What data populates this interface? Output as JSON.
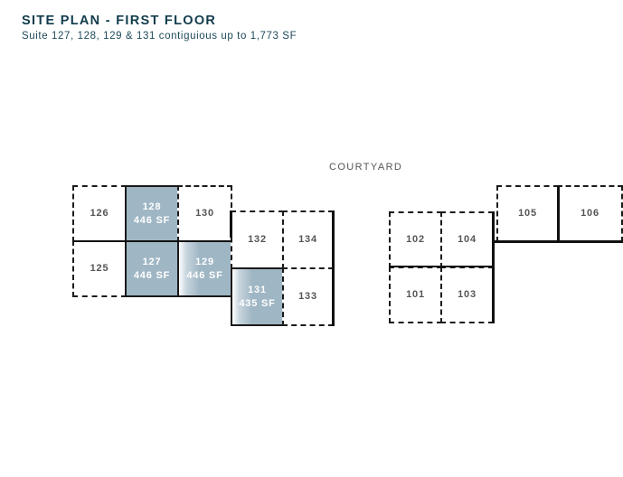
{
  "header": {
    "title": "SITE PLAN - FIRST FLOOR",
    "subtitle": "Suite 127, 128, 129 & 131 contiguious up to 1,773 SF"
  },
  "labels": {
    "courtyard": "COURTYARD"
  },
  "colors": {
    "title": "#123c4c",
    "highlight": "#9fb6c4",
    "wall": "#1a1a1a",
    "unit_label": "#555555"
  },
  "units": [
    {
      "id": "126",
      "label": "126",
      "area": "",
      "available": false
    },
    {
      "id": "128",
      "label": "128",
      "area": "446 SF",
      "available": true
    },
    {
      "id": "130",
      "label": "130",
      "area": "",
      "available": false
    },
    {
      "id": "125",
      "label": "125",
      "area": "",
      "available": false
    },
    {
      "id": "127",
      "label": "127",
      "area": "446 SF",
      "available": true
    },
    {
      "id": "129",
      "label": "129",
      "area": "446 SF",
      "available": true
    },
    {
      "id": "132",
      "label": "132",
      "area": "",
      "available": false
    },
    {
      "id": "134",
      "label": "134",
      "area": "",
      "available": false
    },
    {
      "id": "131",
      "label": "131",
      "area": "435 SF",
      "available": true
    },
    {
      "id": "133",
      "label": "133",
      "area": "",
      "available": false
    },
    {
      "id": "102",
      "label": "102",
      "area": "",
      "available": false
    },
    {
      "id": "104",
      "label": "104",
      "area": "",
      "available": false
    },
    {
      "id": "101",
      "label": "101",
      "area": "",
      "available": false
    },
    {
      "id": "103",
      "label": "103",
      "area": "",
      "available": false
    },
    {
      "id": "105",
      "label": "105",
      "area": "",
      "available": false
    },
    {
      "id": "106",
      "label": "106",
      "area": "",
      "available": false
    }
  ]
}
